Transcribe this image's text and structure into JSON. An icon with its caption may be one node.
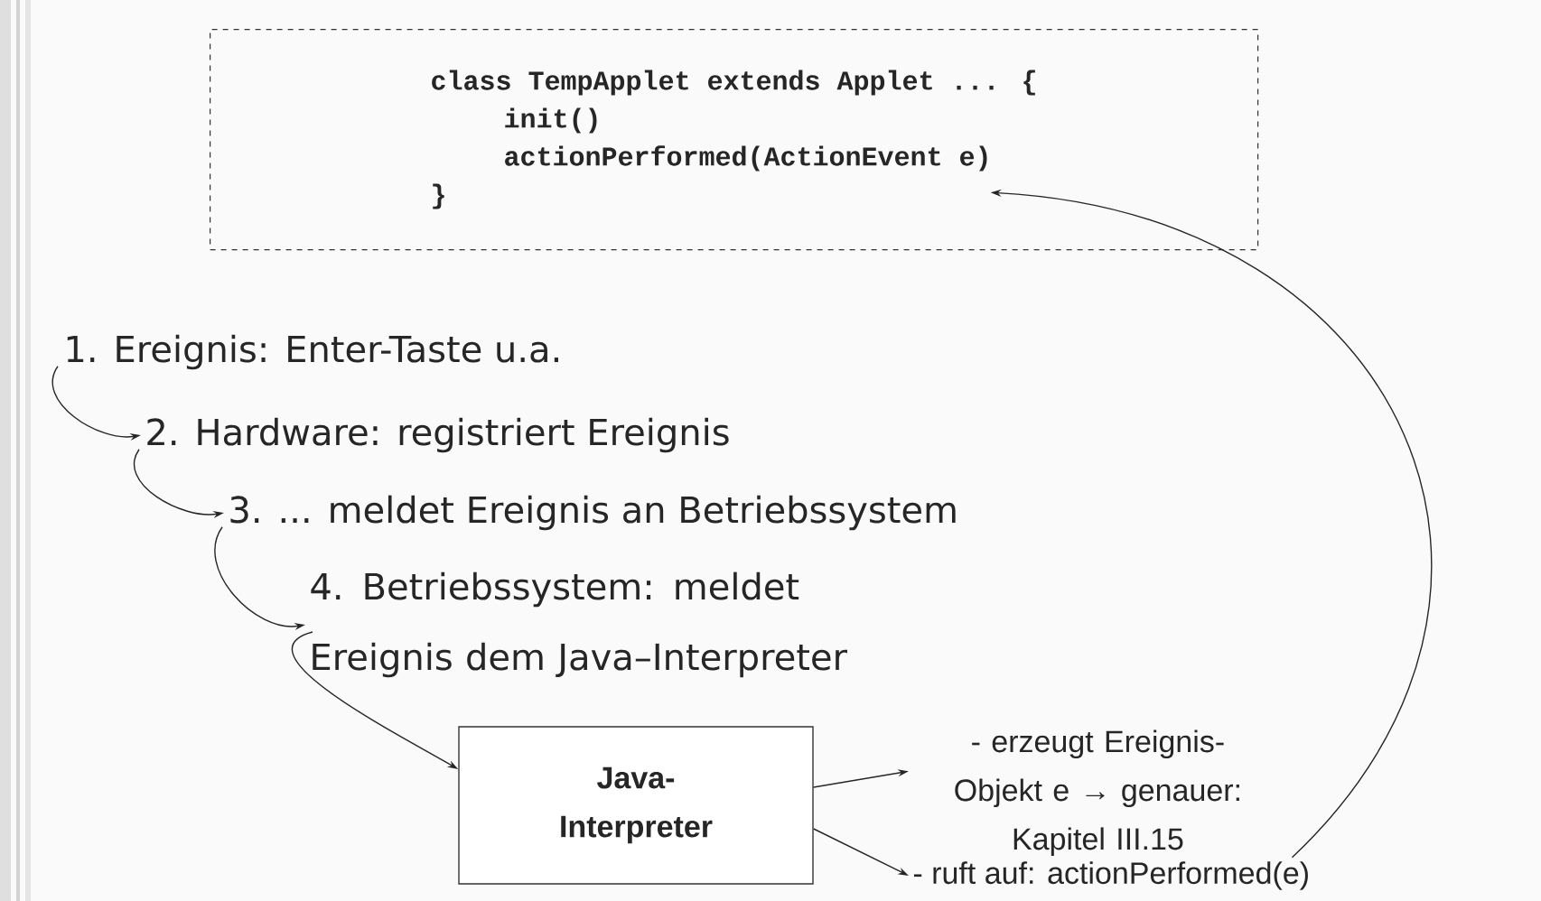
{
  "diagram": {
    "nodes": [
      {
        "text": [
          "class TempApplet extends Applet ... {",
          "init()",
          "actionPerformed(ActionEvent e)",
          "}"
        ]
      },
      {
        "text": [
          "1. Ereignis: Enter-Taste u.a."
        ]
      },
      {
        "text": [
          "2. Hardware: registriert Ereignis"
        ]
      },
      {
        "text": [
          "3. ... meldet Ereignis an Betriebssystem"
        ]
      },
      {
        "text": [
          "4. Betriebssystem: meldet Ereignis dem Java–Interpreter"
        ]
      },
      {
        "text": [
          "Java- Interpreter"
        ]
      },
      {
        "text": [
          "- erzeugt Ereignis-Objekt e → genauer: Kapitel III.15"
        ]
      },
      {
        "text": [
          "- ruft auf: actionPerformed(e)"
        ]
      }
    ],
    "edges": [
      {
        "from": 1,
        "to": 2,
        "arrow": "to"
      },
      {
        "from": 2,
        "to": 3,
        "arrow": "to"
      },
      {
        "from": 3,
        "to": 4,
        "arrow": "to"
      },
      {
        "from": 4,
        "to": 5,
        "arrow": "to"
      },
      {
        "from": 5,
        "to": 6,
        "arrow": "to"
      },
      {
        "from": 5,
        "to": 7,
        "arrow": "to"
      },
      {
        "from": 7,
        "to": 0,
        "arrow": "to"
      }
    ]
  }
}
